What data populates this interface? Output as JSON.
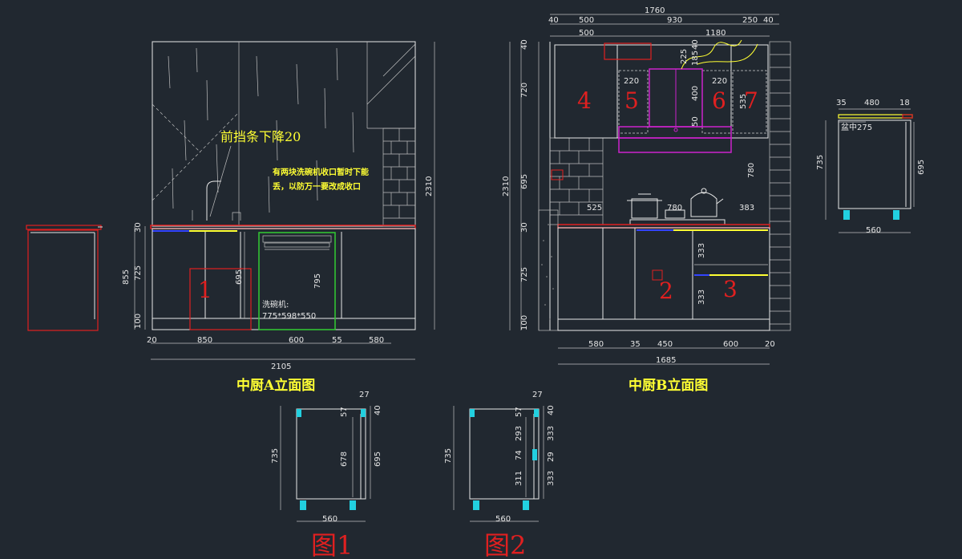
{
  "colors": {
    "background": "#212830",
    "line": "#e8e8e8",
    "red": "#e02020",
    "yellow": "#ffff33",
    "green": "#33cc33",
    "magenta": "#cc22cc",
    "blue": "#3344ff",
    "cyan": "#22d0e0"
  },
  "titles": {
    "elevation_a": "中厨A立面图",
    "elevation_b": "中厨B立面图",
    "fig1": "图1",
    "fig2": "图2"
  },
  "notes": {
    "front_strip": "前挡条下降20",
    "dishwasher_line1": "有两块洗碗机收口暂时下能",
    "dishwasher_line2": "丢，以防万一要改成收口",
    "dishwasher_label": "洗碗机:",
    "dishwasher_size": "775*598*550",
    "sink_center": "盆中275"
  },
  "labels": {
    "n1": "1",
    "n2": "2",
    "n3": "3",
    "n4": "4",
    "n5": "5",
    "n6": "6",
    "n7": "7"
  },
  "dims_a": {
    "bottom": [
      "20",
      "850",
      "600",
      "55",
      "580"
    ],
    "total": "2105",
    "height_total": "2310",
    "left_30": "30",
    "left_725": "725",
    "left_855": "855",
    "left_100": "100",
    "inner_695": "695",
    "inner_795": "795"
  },
  "dims_b": {
    "top_row1": [
      "40",
      "500",
      "930",
      "250",
      "40"
    ],
    "top_total": "1760",
    "top_row2": [
      "500",
      "1180"
    ],
    "left_40": "40",
    "left_720": "720",
    "left_695": "695",
    "left_2310": "2310",
    "left_30": "30",
    "left_725": "725",
    "left_100": "100",
    "inner_220a": "220",
    "inner_220b": "220",
    "inner_225": "225",
    "inner_185": "185",
    "inner_40": "40",
    "inner_400": "400",
    "inner_50": "50",
    "inner_535": "535",
    "inner_780a": "780",
    "inner_780b": "780",
    "inner_525": "525",
    "inner_383": "383",
    "inner_333a": "333",
    "inner_333b": "333",
    "bottom": [
      "580",
      "35",
      "450",
      "600",
      "20"
    ],
    "bottom_total": "1685"
  },
  "dims_right": {
    "top": [
      "35",
      "480",
      "18"
    ],
    "h735": "735",
    "h695": "695",
    "w560": "560"
  },
  "dims_fig1": {
    "t27": "27",
    "t40": "40",
    "t57": "57",
    "h735": "735",
    "h678": "678",
    "h695": "695",
    "w560": "560"
  },
  "dims_fig2": {
    "t27": "27",
    "t40": "40",
    "t57": "57",
    "h735": "735",
    "h293": "293",
    "h74": "74",
    "h311": "311",
    "h333a": "333",
    "h29": "29",
    "h333b": "333",
    "w560": "560"
  }
}
